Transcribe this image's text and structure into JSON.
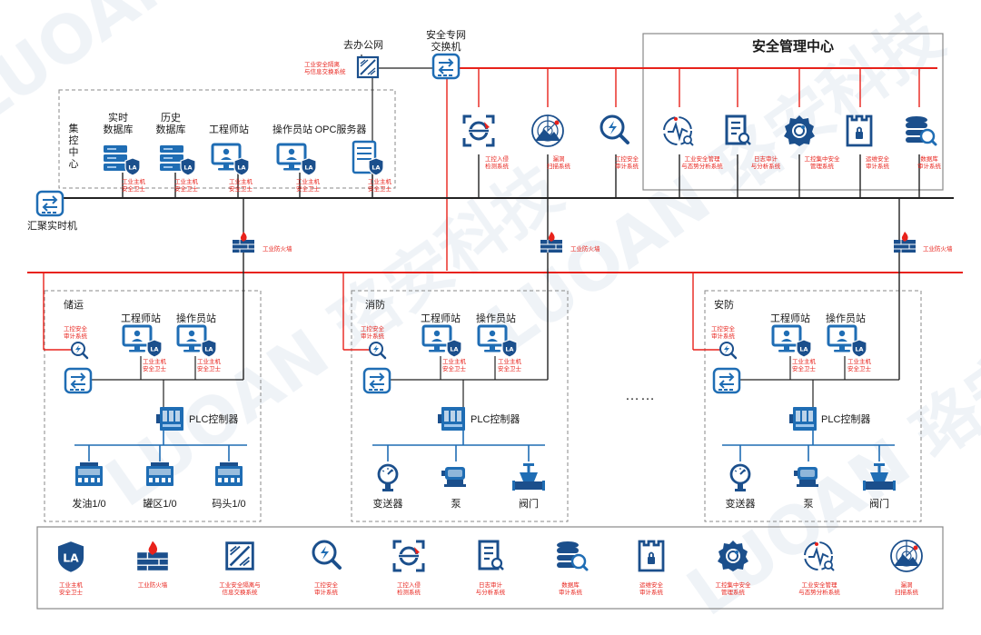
{
  "title_center": "安全管理中心",
  "top": {
    "office_net": "去办公网",
    "isolation": [
      "工业安全隔离",
      "与信息交换系统"
    ],
    "safety_switch": [
      "安全专网",
      "交换机"
    ],
    "aggregator": "汇聚实时机"
  },
  "control_center": {
    "label": [
      "集",
      "控",
      "中",
      "心"
    ],
    "rt_db": [
      "实时",
      "数据库"
    ],
    "hist_db": [
      "历史",
      "数据库"
    ],
    "eng_station": "工程师站",
    "op_station": "操作员站",
    "opc_server": "OPC服务器",
    "guard": [
      "工业主机",
      "安全卫士"
    ]
  },
  "top_systems": [
    [
      "工控入侵",
      "检测系统"
    ],
    [
      "漏洞",
      "扫描系统"
    ],
    [
      "工控安全",
      "审计系统"
    ],
    [
      "工业安全管理",
      "与态势分析系统"
    ],
    [
      "日志审计",
      "与分析系统"
    ],
    [
      "工控集中安全",
      "管理系统"
    ],
    [
      "运维安全",
      "审计系统"
    ],
    [
      "数据库",
      "审计系统"
    ]
  ],
  "firewall": "工业防火墙",
  "zones": [
    {
      "name": "储运",
      "audit": [
        "工控安全",
        "审计系统"
      ],
      "eng": "工程师站",
      "op": "操作员站",
      "guard": [
        "工业主机",
        "安全卫士"
      ],
      "plc": "PLC控制器",
      "devices": [
        "发油1/0",
        "罐区1/0",
        "码头1/0"
      ]
    },
    {
      "name": "消防",
      "audit": [
        "工控安全",
        "审计系统"
      ],
      "eng": "工程师站",
      "op": "操作员站",
      "guard": [
        "工业主机",
        "安全卫士"
      ],
      "plc": "PLC控制器",
      "devices": [
        "变送器",
        "泵",
        "阀门"
      ]
    },
    {
      "name": "安防",
      "audit": [
        "工控安全",
        "审计系统"
      ],
      "eng": "工程师站",
      "op": "操作员站",
      "guard": [
        "工业主机",
        "安全卫士"
      ],
      "plc": "PLC控制器",
      "devices": [
        "变送器",
        "泵",
        "阀门"
      ]
    }
  ],
  "ellipsis": "……",
  "legend": [
    [
      "工业主机",
      "安全卫士"
    ],
    [
      "工业防火墙",
      ""
    ],
    [
      "工业安全隔离与",
      "信息交换系统"
    ],
    [
      "工控安全",
      "审计系统"
    ],
    [
      "工控入侵",
      "检测系统"
    ],
    [
      "日志审计",
      "与分析系统"
    ],
    [
      "数据库",
      "审计系统"
    ],
    [
      "运维安全",
      "审计系统"
    ],
    [
      "工控集中安全",
      "管理系统"
    ],
    [
      "工业安全管理",
      "与态势分析系统"
    ],
    [
      "漏洞",
      "扫描系统"
    ]
  ],
  "watermark": "LUOAN 珞安科技",
  "colors": {
    "blue": "#1f6db4",
    "navy": "#1b4f8c",
    "red": "#e8221b",
    "line": "#222222"
  }
}
